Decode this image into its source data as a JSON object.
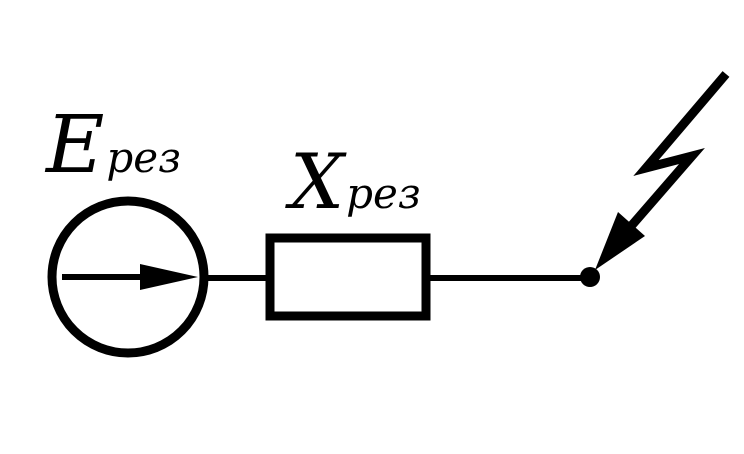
{
  "source": {
    "symbol": "E",
    "subscript": "рез"
  },
  "resistor": {
    "symbol": "X",
    "subscript": "рез"
  },
  "colors": {
    "stroke": "#000000",
    "background": "#ffffff"
  },
  "icons": {
    "source": "voltage-source-icon",
    "resistor": "resistor-icon",
    "fault": "lightning-fault-icon"
  }
}
